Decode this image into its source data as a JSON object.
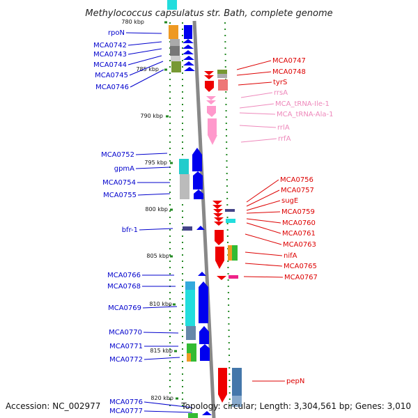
{
  "title": "Methylococcus capsulatus str. Bath, complete genome",
  "footer": {
    "accession": "Accession: NC_002977",
    "summary": "Topology: circular; Length: 3,304,561 bp; Genes: 3,010"
  },
  "colors": {
    "left_labels": "#0000cc",
    "right_labels": "#dd0000",
    "rna_labels": "#ee88bb",
    "scale_dots": "#228822"
  },
  "scale_ticks": [
    "780 kbp",
    "785 kbp",
    "790 kbp",
    "795 kbp",
    "800 kbp",
    "805 kbp",
    "810 kbp",
    "815 kbp",
    "820 kbp"
  ],
  "left_labels": [
    "rpoN",
    "MCA0742",
    "MCA0743",
    "MCA0744",
    "MCA0745",
    "MCA0746",
    "MCA0752",
    "gpmA",
    "MCA0754",
    "MCA0755",
    "bfr-1",
    "MCA0766",
    "MCA0768",
    "MCA0769",
    "MCA0770",
    "MCA0771",
    "MCA0772",
    "MCA0776",
    "MCA0777"
  ],
  "right_labels": [
    "MCA0747",
    "MCA0748",
    "tyrS",
    "rrsA",
    "MCA_tRNA-Ile-1",
    "MCA_tRNA-Ala-1",
    "rrlA",
    "rrfA",
    "MCA0756",
    "MCA0757",
    "sugE",
    "MCA0759",
    "MCA0760",
    "MCA0761",
    "MCA0763",
    "nifA",
    "MCA0765",
    "MCA0767",
    "pepN"
  ]
}
